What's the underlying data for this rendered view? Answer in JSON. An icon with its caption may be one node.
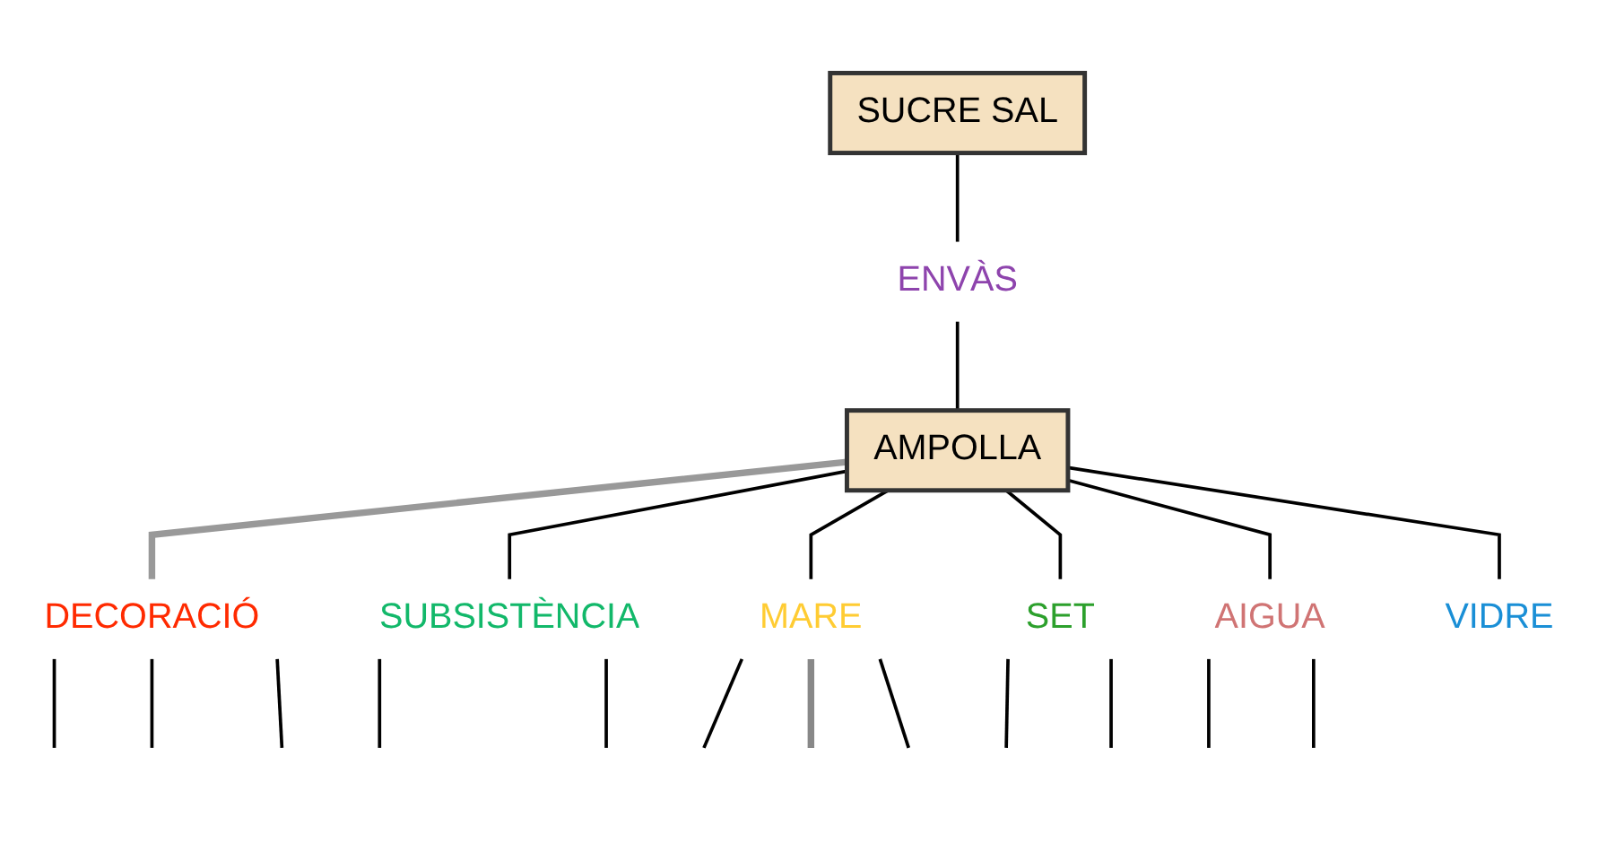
{
  "diagram": {
    "nodes": [
      {
        "text": [
          "SUCRE SAL"
        ]
      },
      {
        "text": [
          "ENVÀS"
        ]
      },
      {
        "text": [
          "AMPOLLA"
        ]
      },
      {
        "text": [
          "DECORACIÓ"
        ]
      },
      {
        "text": [
          "SUBSISTÈNCIA"
        ]
      },
      {
        "text": [
          "MARE"
        ]
      },
      {
        "text": [
          "SET"
        ]
      },
      {
        "text": [
          "AIGUA"
        ]
      },
      {
        "text": [
          "VIDRE"
        ]
      }
    ],
    "edges": [
      {
        "from": 0,
        "to": 1,
        "arrow": "none"
      },
      {
        "from": 1,
        "to": 2,
        "arrow": "none"
      },
      {
        "from": 2,
        "to": 3,
        "arrow": "none",
        "style": "thick",
        "color": "#999999"
      },
      {
        "from": 2,
        "to": 4,
        "arrow": "none"
      },
      {
        "from": 2,
        "to": 5,
        "arrow": "none"
      },
      {
        "from": 2,
        "to": 6,
        "arrow": "none"
      },
      {
        "from": 2,
        "to": 7,
        "arrow": "none"
      },
      {
        "from": 2,
        "to": 8,
        "arrow": "none"
      },
      {
        "from": 3,
        "to": null,
        "arrow": "none"
      },
      {
        "from": 3,
        "to": null,
        "arrow": "none"
      },
      {
        "from": 3,
        "to": null,
        "arrow": "none"
      },
      {
        "from": 4,
        "to": null,
        "arrow": "none"
      },
      {
        "from": 4,
        "to": null,
        "arrow": "none"
      },
      {
        "from": 5,
        "to": null,
        "arrow": "none"
      },
      {
        "from": 5,
        "to": null,
        "arrow": "none",
        "style": "thick",
        "color": "#888888"
      },
      {
        "from": 5,
        "to": null,
        "arrow": "none"
      },
      {
        "from": 6,
        "to": null,
        "arrow": "none"
      },
      {
        "from": 6,
        "to": null,
        "arrow": "none"
      },
      {
        "from": 7,
        "to": null,
        "arrow": "none"
      },
      {
        "from": 7,
        "to": null,
        "arrow": "none"
      }
    ]
  }
}
